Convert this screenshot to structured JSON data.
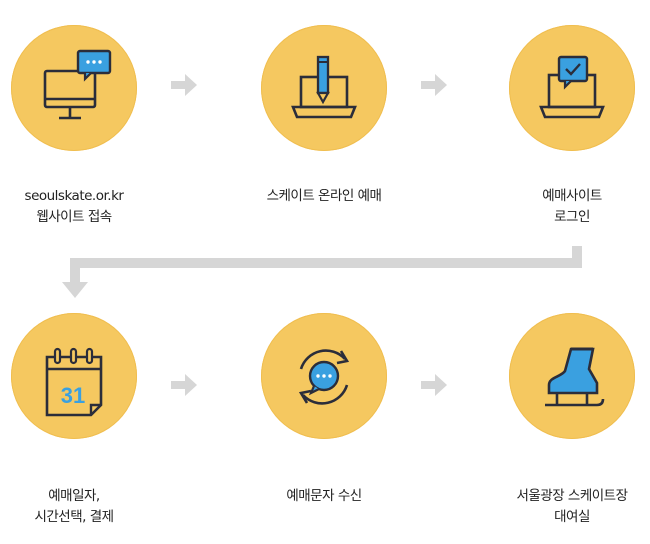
{
  "steps": [
    {
      "id": "website",
      "icon": "monitor-chat-icon",
      "lines": [
        "seoulskate.or.kr",
        "웹사이트 접속"
      ]
    },
    {
      "id": "online",
      "icon": "laptop-pencil-icon",
      "lines": [
        "스케이트 온라인 예매"
      ]
    },
    {
      "id": "login",
      "icon": "laptop-check-chat-icon",
      "lines": [
        "예매사이트",
        "로그인"
      ]
    },
    {
      "id": "date",
      "icon": "calendar-icon",
      "lines": [
        "예매일자,",
        "시간선택, 결제"
      ]
    },
    {
      "id": "sms",
      "icon": "message-refresh-icon",
      "lines": [
        "예매문자 수신"
      ]
    },
    {
      "id": "rental",
      "icon": "ice-skate-icon",
      "lines": [
        "서울광장 스케이트장",
        "대여실"
      ]
    }
  ],
  "calendar_day": "31",
  "colors": {
    "circle": "#f5c860",
    "outline": "#2b2d3a",
    "accent": "#3aa0e0",
    "arrow": "#d6d6d6"
  }
}
